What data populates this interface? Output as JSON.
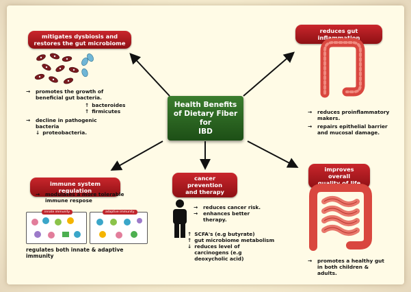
{
  "center_title": [
    "Health Benefits",
    "of Dietary Fiber for",
    "IBD"
  ],
  "top_left": {
    "title_lines": [
      "mitigates dysbiosis and",
      "restores the gut microbiome"
    ],
    "items": [
      "promotes the growth of beneficial gut bacteria.",
      "decline in pathogenic bacteria"
    ],
    "sub_up": [
      "bacteroides",
      "firmicutes"
    ],
    "sub_down": [
      "proteobacteria."
    ]
  },
  "top_right": {
    "title": "reduces gut inflammation",
    "items": [
      "reduces proinflammatory makers.",
      "repairs epithelial barrier and mucosal damage."
    ]
  },
  "bottom_left": {
    "title": "immune system regulation",
    "items": [
      "modulates a more tolerable immune respose"
    ],
    "box_innate": "innate immunity",
    "box_adaptive": "adaptive immunity",
    "caption": "regulates both innate & adaptive immunity"
  },
  "bottom_center": {
    "title_lines": [
      "cancer prevention",
      "and therapy"
    ],
    "items": [
      "reduces cancer risk.",
      "enhances better therapy."
    ],
    "up_items": [
      "SCFA's (e.g butyrate)",
      "gut microbiome metabolism"
    ],
    "down_items": [
      "reduces level of carcinogens (e.g deoxycholic acid)"
    ]
  },
  "bottom_right": {
    "title_lines": [
      "improves overall",
      "quality of life"
    ],
    "items": [
      "promotes a healthy gut in both children & adults."
    ]
  },
  "glyphs": {
    "arrow": "→",
    "up": "↑",
    "down": "↓"
  },
  "colors": {
    "pill": "#b01a20",
    "center": "#2e6a24",
    "arrow": "#111111",
    "intestine": "#d9473f"
  }
}
